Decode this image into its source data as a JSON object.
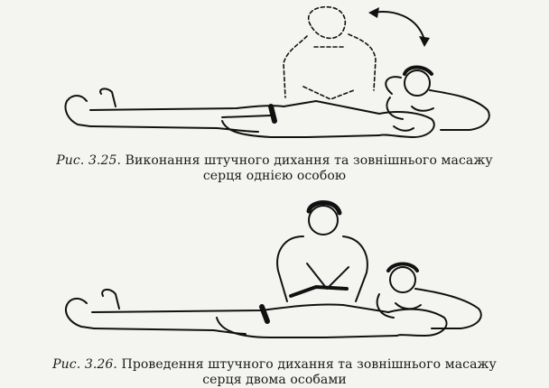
{
  "figures": [
    {
      "ref": "Рис. 3.25.",
      "caption_line1": "Виконання штучного дихання та зовнішнього масажу",
      "caption_line2": "серця однією особою"
    },
    {
      "ref": "Рис. 3.26.",
      "caption_line1": "Проведення штучного дихання та зовнішнього масажу",
      "caption_line2": "серця двома особами"
    }
  ],
  "icons": [
    "single-rescuer-cpr-illustration",
    "two-rescuer-cpr-illustration",
    "motion-arrow-icon"
  ]
}
